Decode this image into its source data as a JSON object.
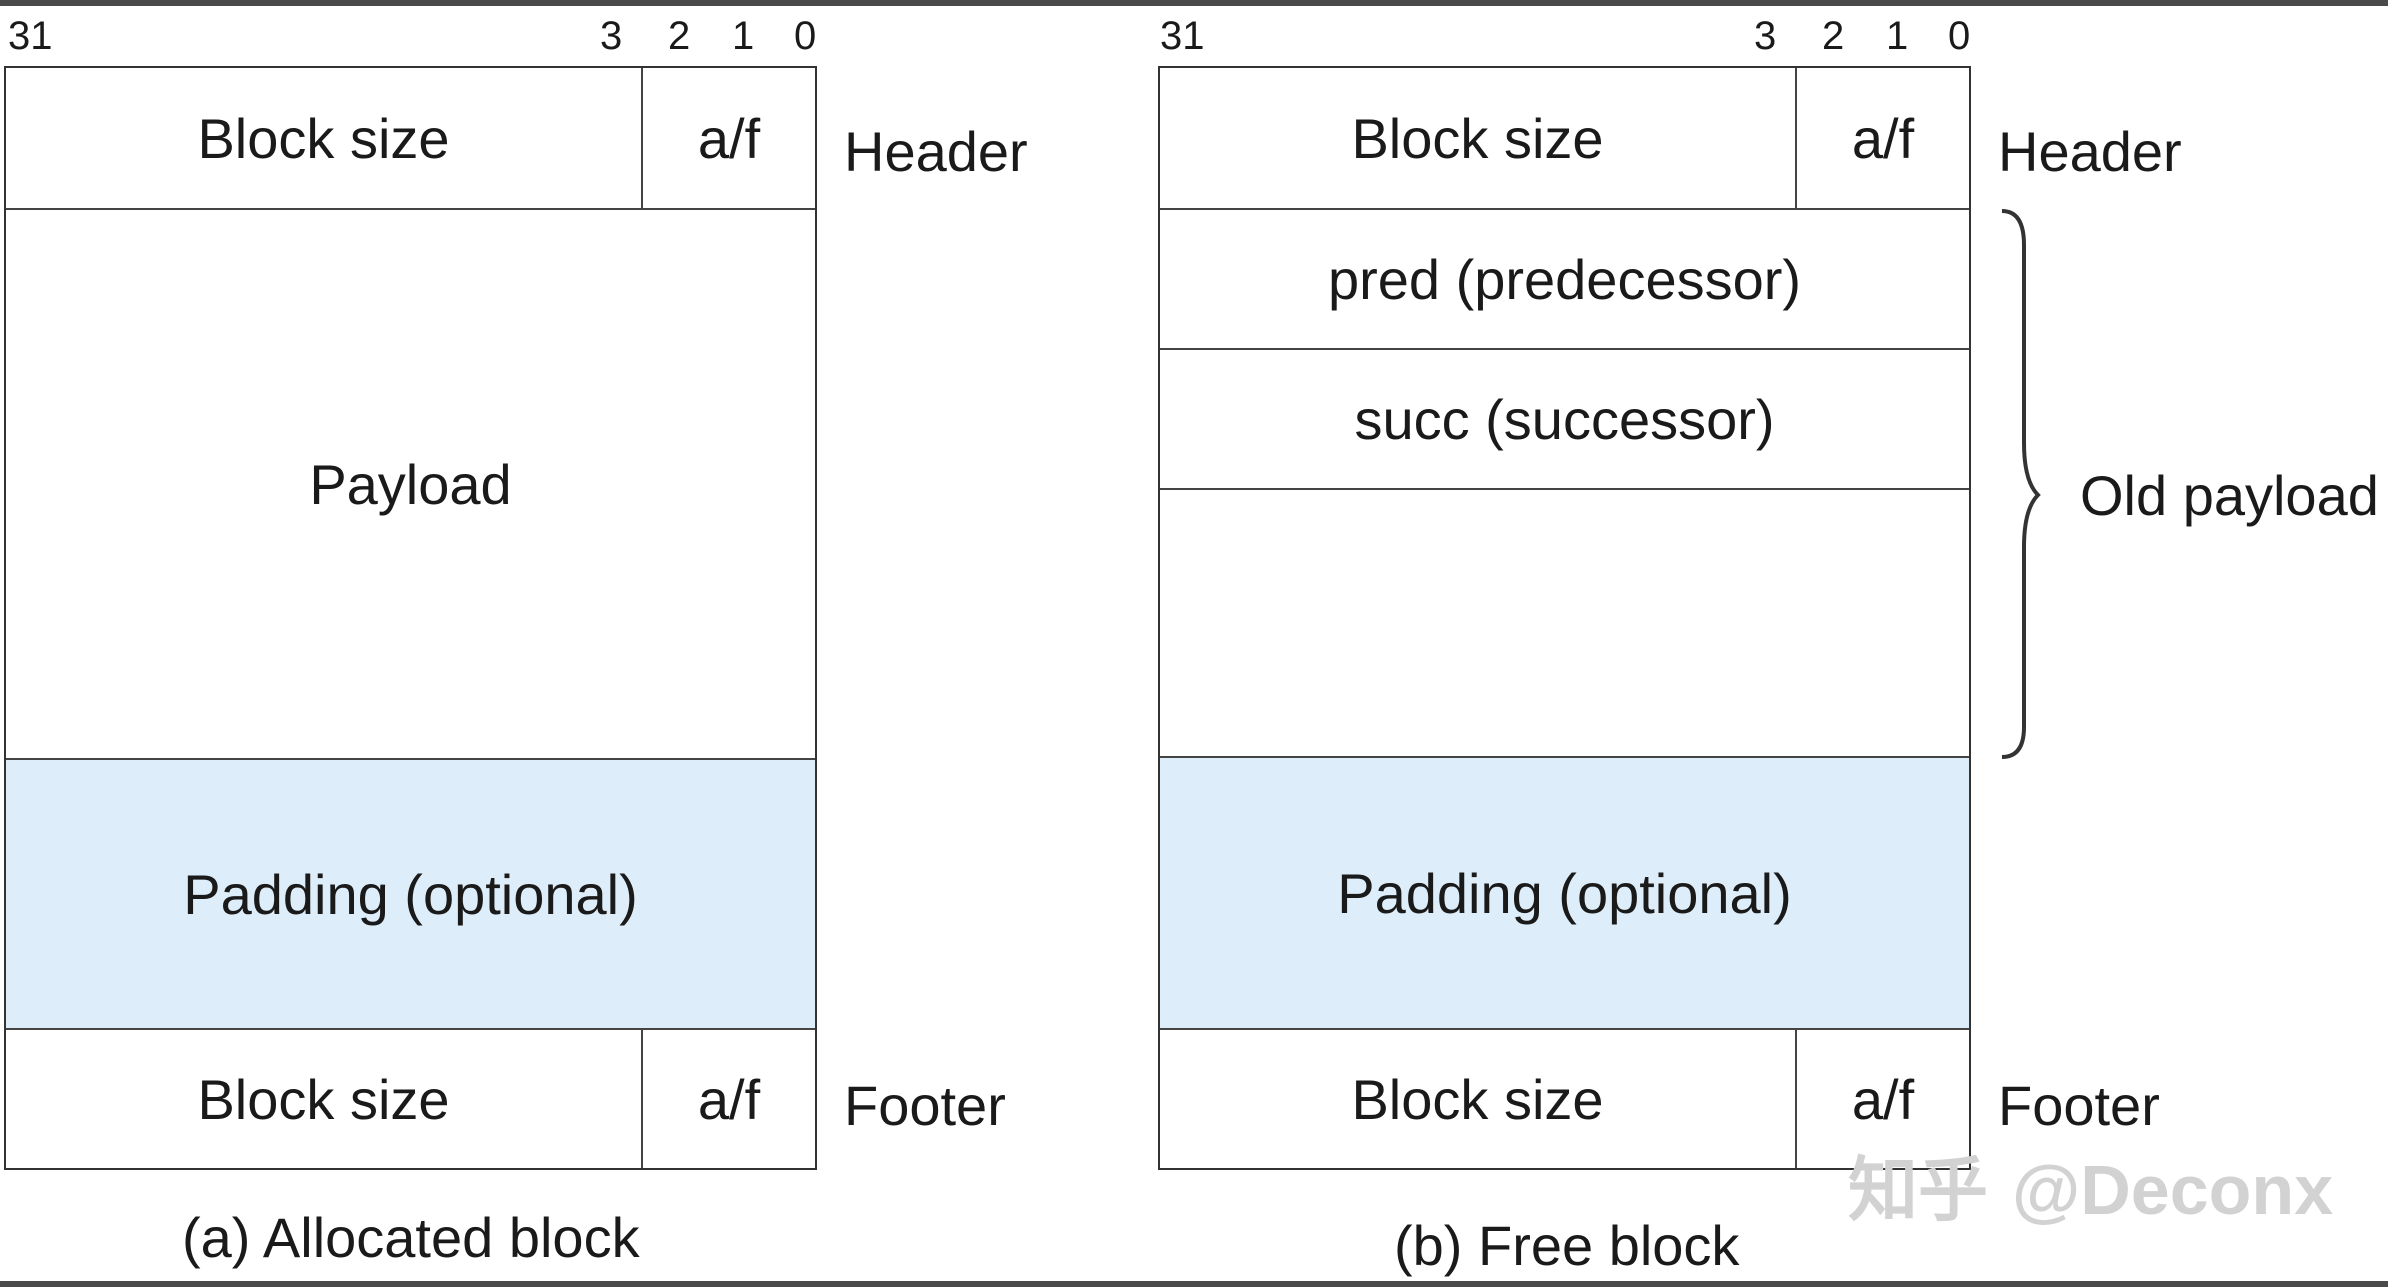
{
  "bit_labels": {
    "b31": "31",
    "b3": "3",
    "b2": "2",
    "b1": "1",
    "b0": "0"
  },
  "allocated": {
    "header_size": "Block size",
    "header_af": "a/f",
    "payload": "Payload",
    "padding": "Padding (optional)",
    "footer_size": "Block size",
    "footer_af": "a/f",
    "label_header": "Header",
    "label_footer": "Footer",
    "caption": "(a) Allocated block"
  },
  "free": {
    "header_size": "Block size",
    "header_af": "a/f",
    "pred": "pred (predecessor)",
    "succ": "succ (successor)",
    "padding": "Padding (optional)",
    "footer_size": "Block size",
    "footer_af": "a/f",
    "label_header": "Header",
    "label_old_payload": "Old payload",
    "label_footer": "Footer",
    "caption": "(b) Free block"
  },
  "watermark": {
    "cjk": "知乎",
    "handle": "@Deconx"
  },
  "colors": {
    "padding_fill": "#ddeefa",
    "line": "#333333",
    "text": "#1a1a1a"
  }
}
